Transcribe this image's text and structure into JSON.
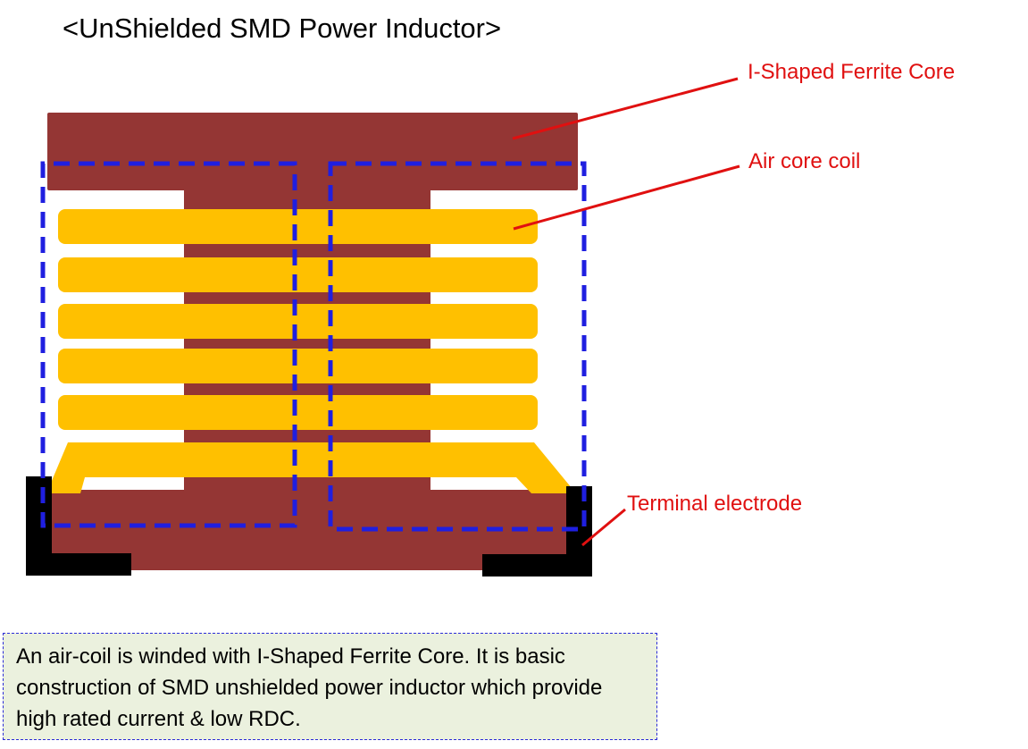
{
  "title": "<UnShielded SMD Power Inductor>",
  "labels": {
    "core": "I-Shaped Ferrite Core",
    "coil": "Air core coil",
    "terminal": "Terminal electrode"
  },
  "caption": "An air-coil is winded with I-Shaped Ferrite Core. It is basic construction of SMD unshielded power inductor which provide high rated current & low RDC.",
  "colors": {
    "core": "#943634",
    "coil": "#ffc000",
    "terminal": "#000000",
    "flux_outline": "#1f1fe0",
    "label_text": "#e01010",
    "callout_line": "#e01010",
    "caption_bg": "#ebf1de",
    "caption_border": "#2a2ad8"
  }
}
